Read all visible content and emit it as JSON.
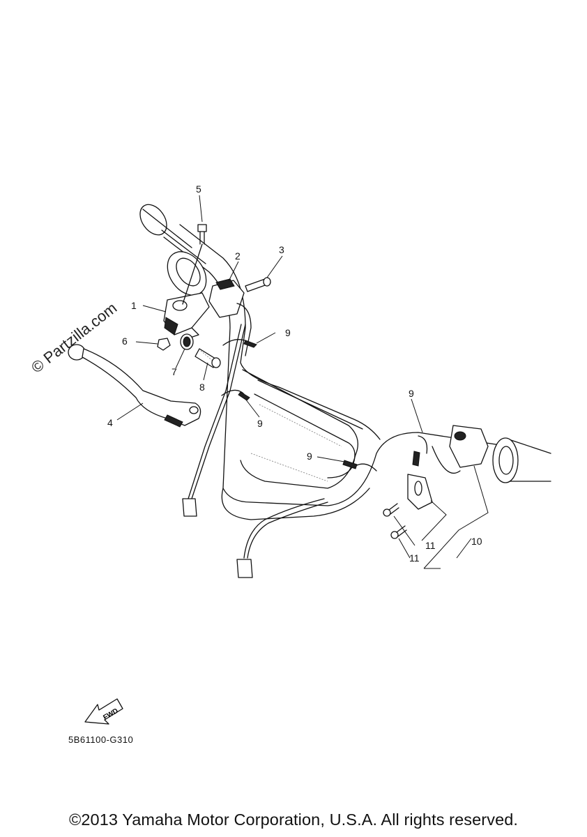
{
  "watermark": "© Partzilla.com",
  "diagram_code": "5B61100-G310",
  "fwd_label": "FWD",
  "copyright": "©2013 Yamaha Motor Corporation, U.S.A. All rights reserved.",
  "callouts": {
    "c1": "1",
    "c2": "2",
    "c3": "3",
    "c4": "4",
    "c5": "5",
    "c6": "6",
    "c7": "7",
    "c8": "8",
    "c9a": "9",
    "c9b": "9",
    "c9c": "9",
    "c9d": "9",
    "c10": "10",
    "c11a": "11",
    "c11b": "11"
  }
}
